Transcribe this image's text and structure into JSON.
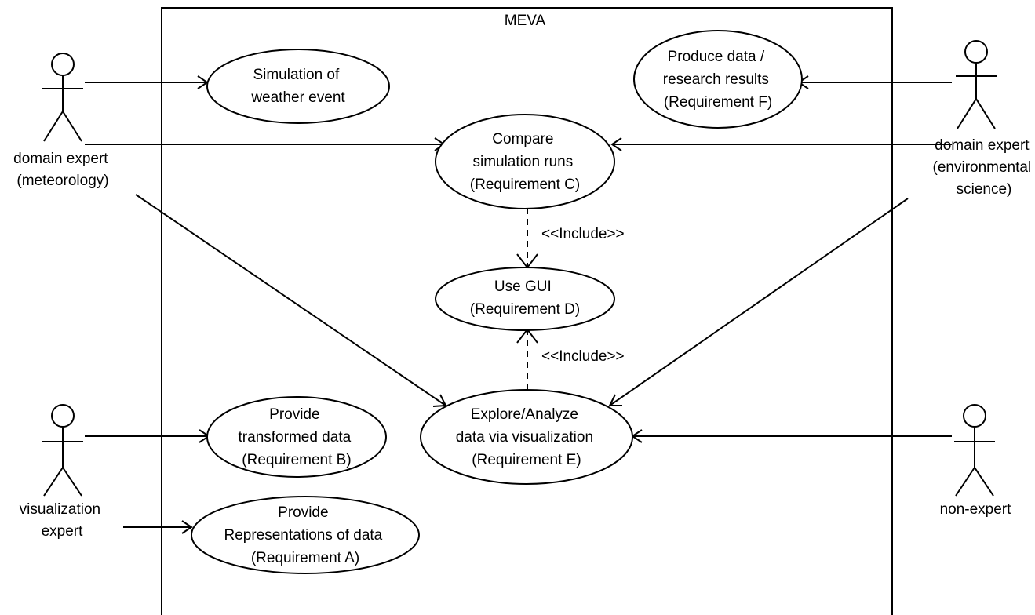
{
  "system": {
    "title": "MEVA"
  },
  "actors": {
    "meteorology": {
      "line1": "domain expert",
      "line2": "(meteorology)"
    },
    "environmental": {
      "line1": "domain expert",
      "line2": "(environmental",
      "line3": "science)"
    },
    "visualization": {
      "line1": "visualization",
      "line2": "expert"
    },
    "non_expert": {
      "line1": "non-expert"
    }
  },
  "use_cases": {
    "simulation": {
      "line1": "Simulation of",
      "line2": "weather event"
    },
    "produce": {
      "line1": "Produce data /",
      "line2": "research results",
      "line3": "(Requirement F)"
    },
    "compare": {
      "line1": "Compare",
      "line2": "simulation runs",
      "line3": "(Requirement C)"
    },
    "gui": {
      "line1": "Use GUI",
      "line2": "(Requirement D)"
    },
    "explore": {
      "line1": "Explore/Analyze",
      "line2": "data via visualization",
      "line3": "(Requirement E)"
    },
    "transformed": {
      "line1": "Provide",
      "line2": "transformed data",
      "line3": "(Requirement B)"
    },
    "representations": {
      "line1": "Provide",
      "line2": "Representations of data",
      "line3": "(Requirement A)"
    }
  },
  "relations": {
    "include_compare_gui": "<<Include>>",
    "include_explore_gui": "<<Include>>"
  }
}
